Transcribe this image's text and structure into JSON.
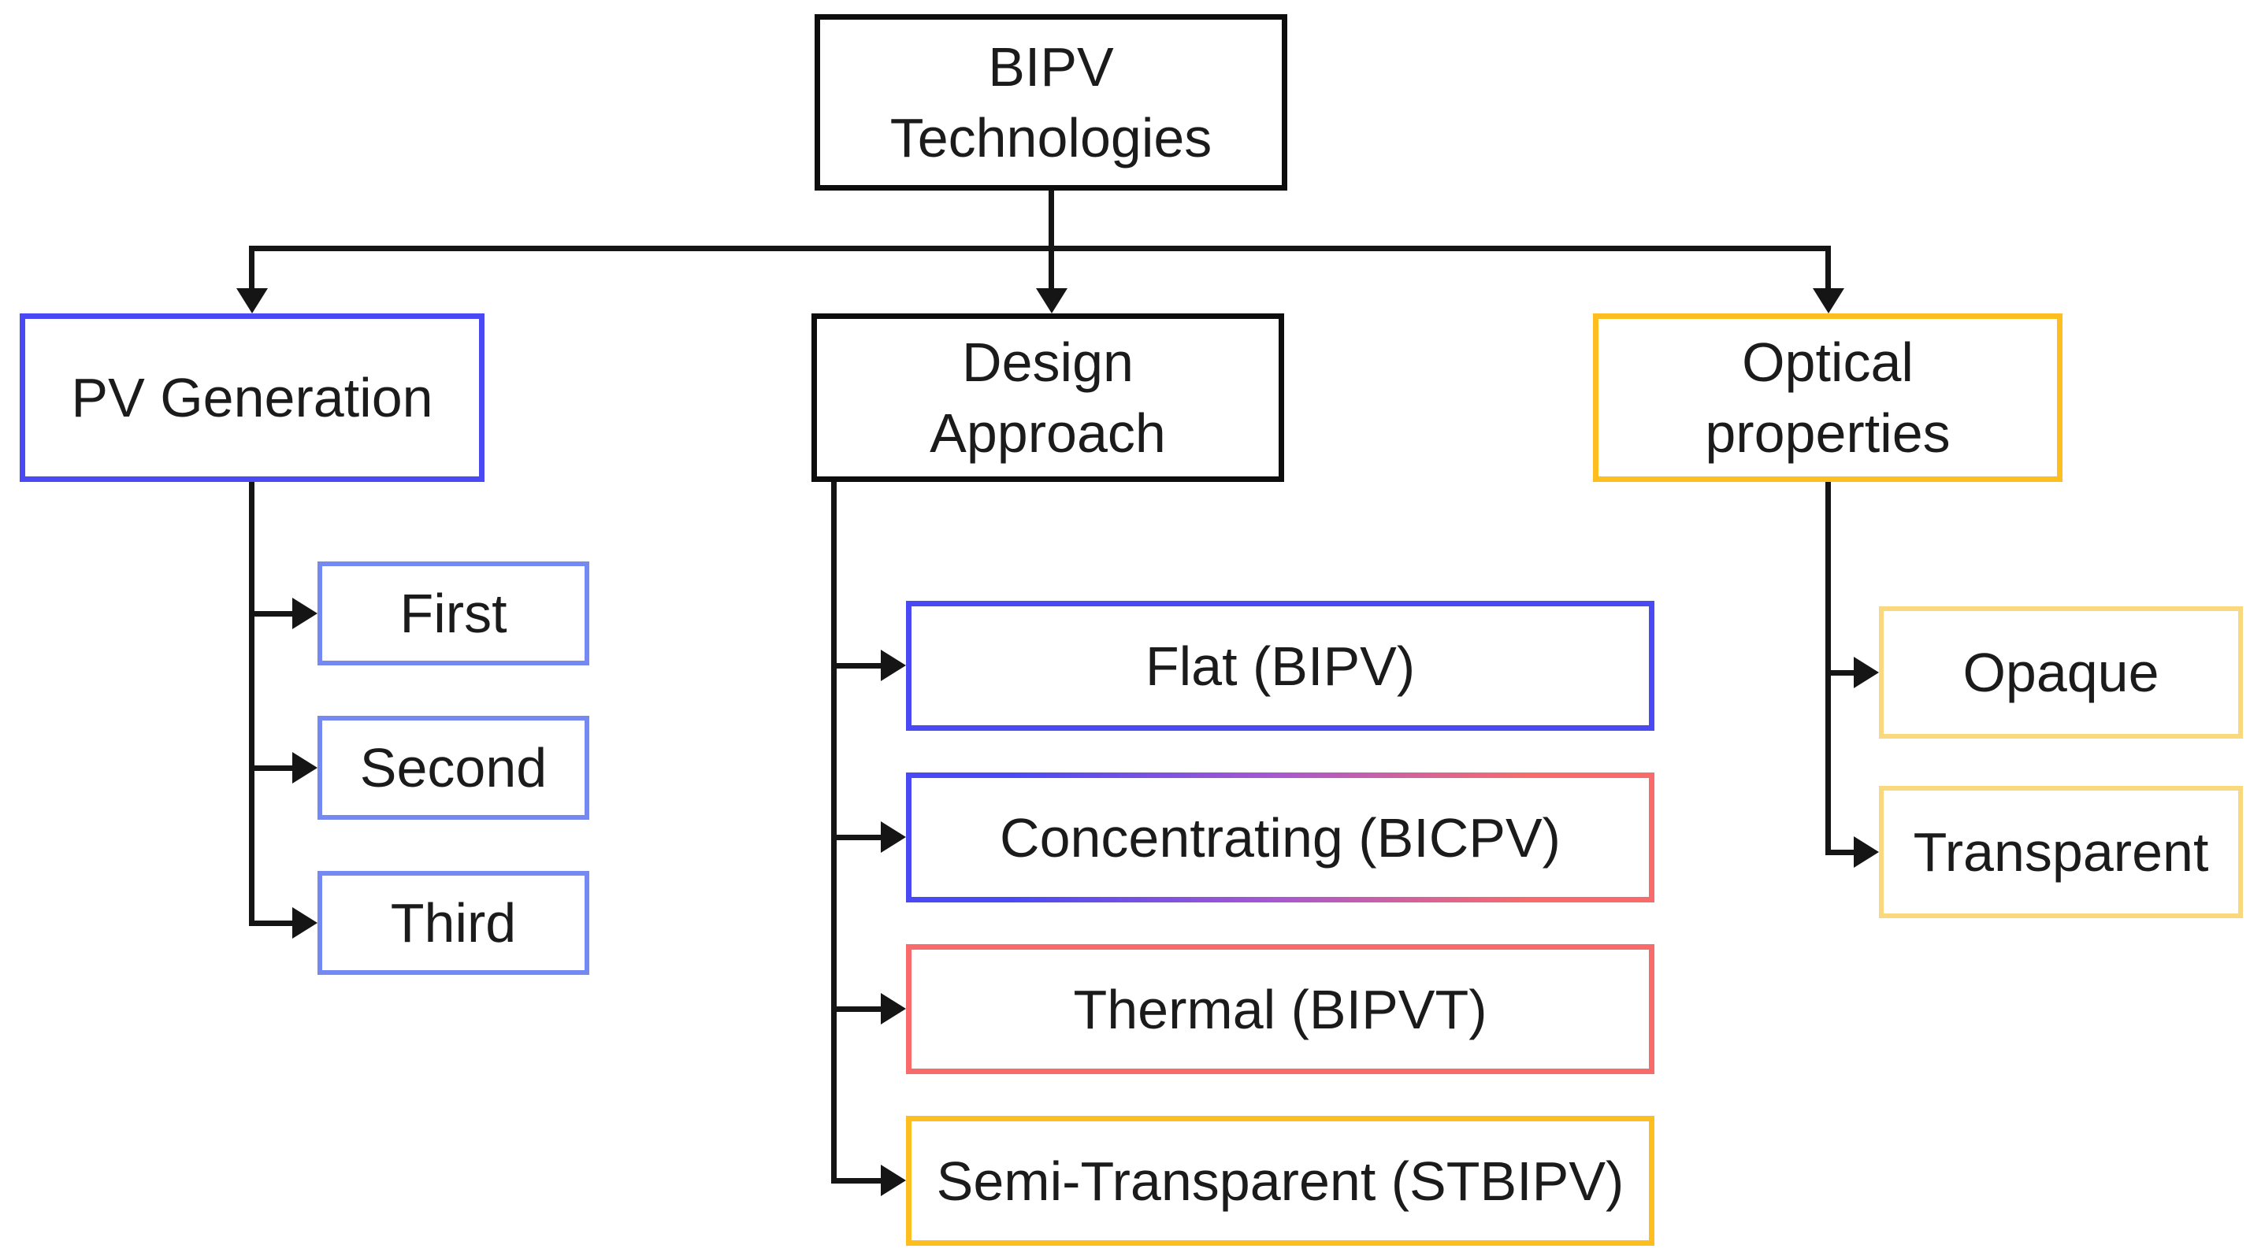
{
  "diagram": {
    "root": {
      "lines": [
        "BIPV",
        "Technologies"
      ]
    },
    "pv_generation": {
      "label": "PV Generation",
      "children": [
        {
          "label": "First"
        },
        {
          "label": "Second"
        },
        {
          "label": "Third"
        }
      ]
    },
    "design_approach": {
      "lines": [
        "Design",
        "Approach"
      ],
      "children": [
        {
          "label": "Flat (BIPV)"
        },
        {
          "label": "Concentrating (BICPV)"
        },
        {
          "label": "Thermal (BIPVT)"
        },
        {
          "label": "Semi-Transparent (STBIPV)"
        }
      ]
    },
    "optical_properties": {
      "lines": [
        "Optical",
        "properties"
      ],
      "children": [
        {
          "label": "Opaque"
        },
        {
          "label": "Transparent"
        }
      ]
    },
    "colors": {
      "black_border": "#0d0d0d",
      "connector": "#151515",
      "blue": "#4a4af5",
      "light_blue": "#7589f2",
      "red": "#f96b6b",
      "gold": "#ffbe20",
      "light_gold": "#fad87e",
      "gradient_left": "#4a4af5",
      "gradient_mid": "#a958cf",
      "gradient_right": "#f96b6b",
      "background": "#ffffff"
    }
  }
}
